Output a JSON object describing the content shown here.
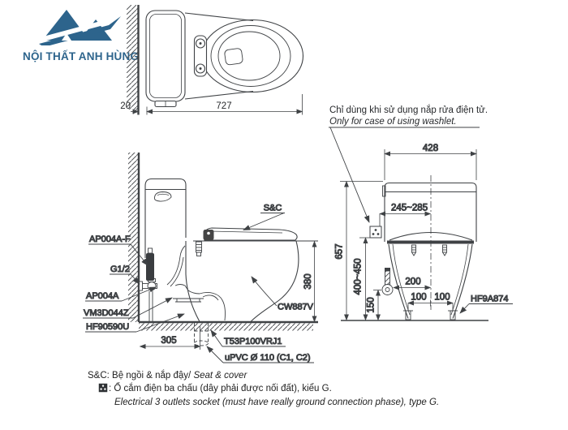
{
  "brand": {
    "name": "NỘI THẤT ANH HÙNG"
  },
  "note": {
    "vi": "Chỉ dùng khi sử dụng nắp rửa điện tử.",
    "en": "Only for case of using washlet."
  },
  "top_view": {
    "dim_total_depth": "727",
    "dim_wall_gap": "20"
  },
  "side_view": {
    "label_seat": "S&C",
    "label_supply": "AP004A-F",
    "label_thread": "G1/2",
    "label_stop_valve": "AP004A",
    "label_hose": "VM3D044Z",
    "label_flange": "HF90590U",
    "label_model": "CW887V",
    "label_drain_joint": "T53P100VRJ1",
    "label_pipe": "uPVC Ø 110 (C1, C2)",
    "dim_seat_height": "380",
    "dim_drain_setout": "305"
  },
  "front_view": {
    "dim_width": "428",
    "dim_socket_height": "245~285",
    "dim_total_height": "657",
    "dim_supply_height": "400~450",
    "dim_supply_offset": "150",
    "dim_bolt_span": "200",
    "dim_bolt_half_left": "100",
    "dim_bolt_half_right": "100",
    "label_bolt_cap": "HF9A874"
  },
  "legend": {
    "sc_key": "S&C:",
    "sc_vi": "Bệ ngồi & nắp đậy/",
    "sc_en": "Seat & cover",
    "socket_vi": ": Ổ cắm điện ba chấu (dây phải được nối đất), kiểu G.",
    "socket_en": "Electrical 3 outlets socket (must have really ground connection phase), type G."
  },
  "colors": {
    "brand_blue": "#2d648c",
    "line": "#3f4245"
  }
}
